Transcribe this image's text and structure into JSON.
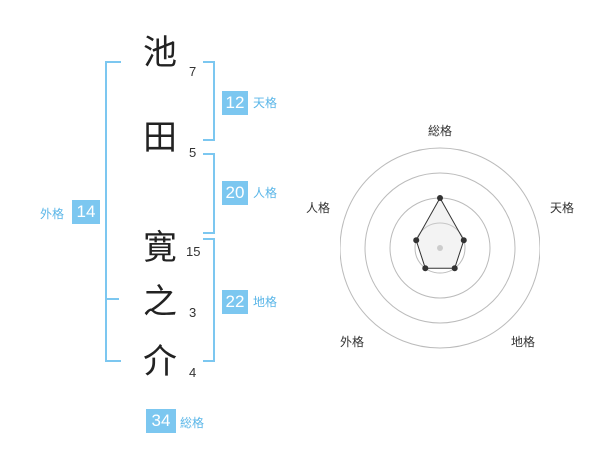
{
  "name": {
    "chars": [
      {
        "char": "池",
        "strokes": "7"
      },
      {
        "char": "田",
        "strokes": "5"
      },
      {
        "char": "寛",
        "strokes": "15"
      },
      {
        "char": "之",
        "strokes": "3"
      },
      {
        "char": "介",
        "strokes": "4"
      }
    ]
  },
  "fortune": {
    "tenkaku": {
      "value": "12",
      "label": "天格"
    },
    "jinkaku": {
      "value": "20",
      "label": "人格"
    },
    "chikaku": {
      "value": "22",
      "label": "地格"
    },
    "gaikaku": {
      "value": "14",
      "label": "外格"
    },
    "soukaku": {
      "value": "34",
      "label": "総格"
    }
  },
  "radar": {
    "axes": [
      "総格",
      "天格",
      "地格",
      "外格",
      "人格"
    ],
    "levels": 4,
    "max": 4,
    "values": [
      2,
      1,
      1,
      1,
      1
    ],
    "colors": {
      "ring": "#bbbbbb",
      "line": "#333333",
      "fill": "#dddddd",
      "center": "#cccccc"
    }
  }
}
